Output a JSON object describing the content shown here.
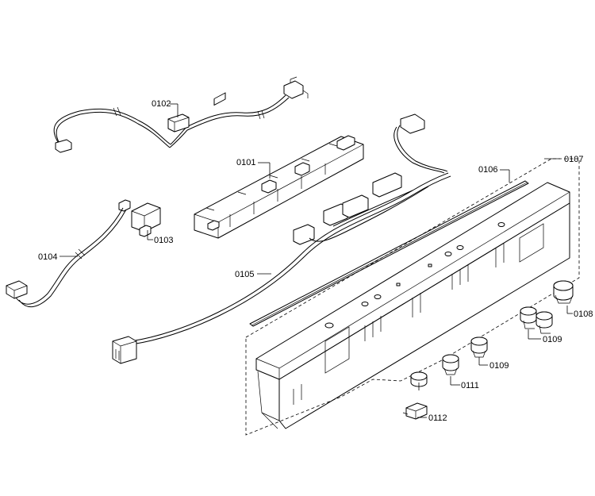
{
  "labels": {
    "p0101": "0101",
    "p0102": "0102",
    "p0103": "0103",
    "p0104": "0104",
    "p0105": "0105",
    "p0106": "0106",
    "p0107": "0107",
    "p0108": "0108",
    "p0109a": "0109",
    "p0109b": "0109",
    "p0111": "0111",
    "p0112": "0112"
  }
}
